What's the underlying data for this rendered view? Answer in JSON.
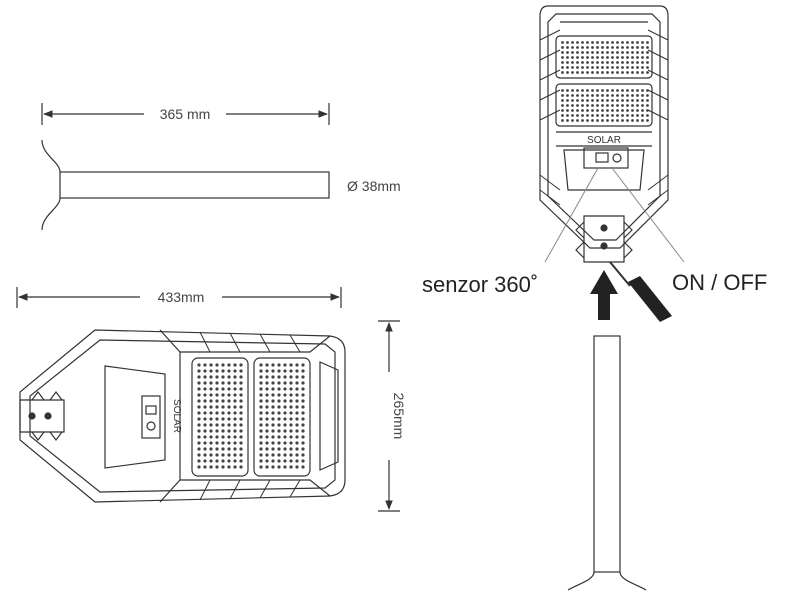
{
  "colors": {
    "line": "#333333",
    "light_line": "#888888",
    "dot_fill": "#444444",
    "background": "#ffffff"
  },
  "dimensions": {
    "pole_length": "365 mm",
    "pole_diameter": "Ø 38mm",
    "lamp_length": "433mm",
    "lamp_width": "265mm"
  },
  "labels": {
    "solar_side": "SOLAR",
    "solar_front": "SOLAR",
    "sensor": "senzor 360˚",
    "switch": "ON / OFF"
  },
  "icons": {
    "insert_arrow": "arrow-up-icon",
    "screwdriver": "screwdriver-icon"
  }
}
